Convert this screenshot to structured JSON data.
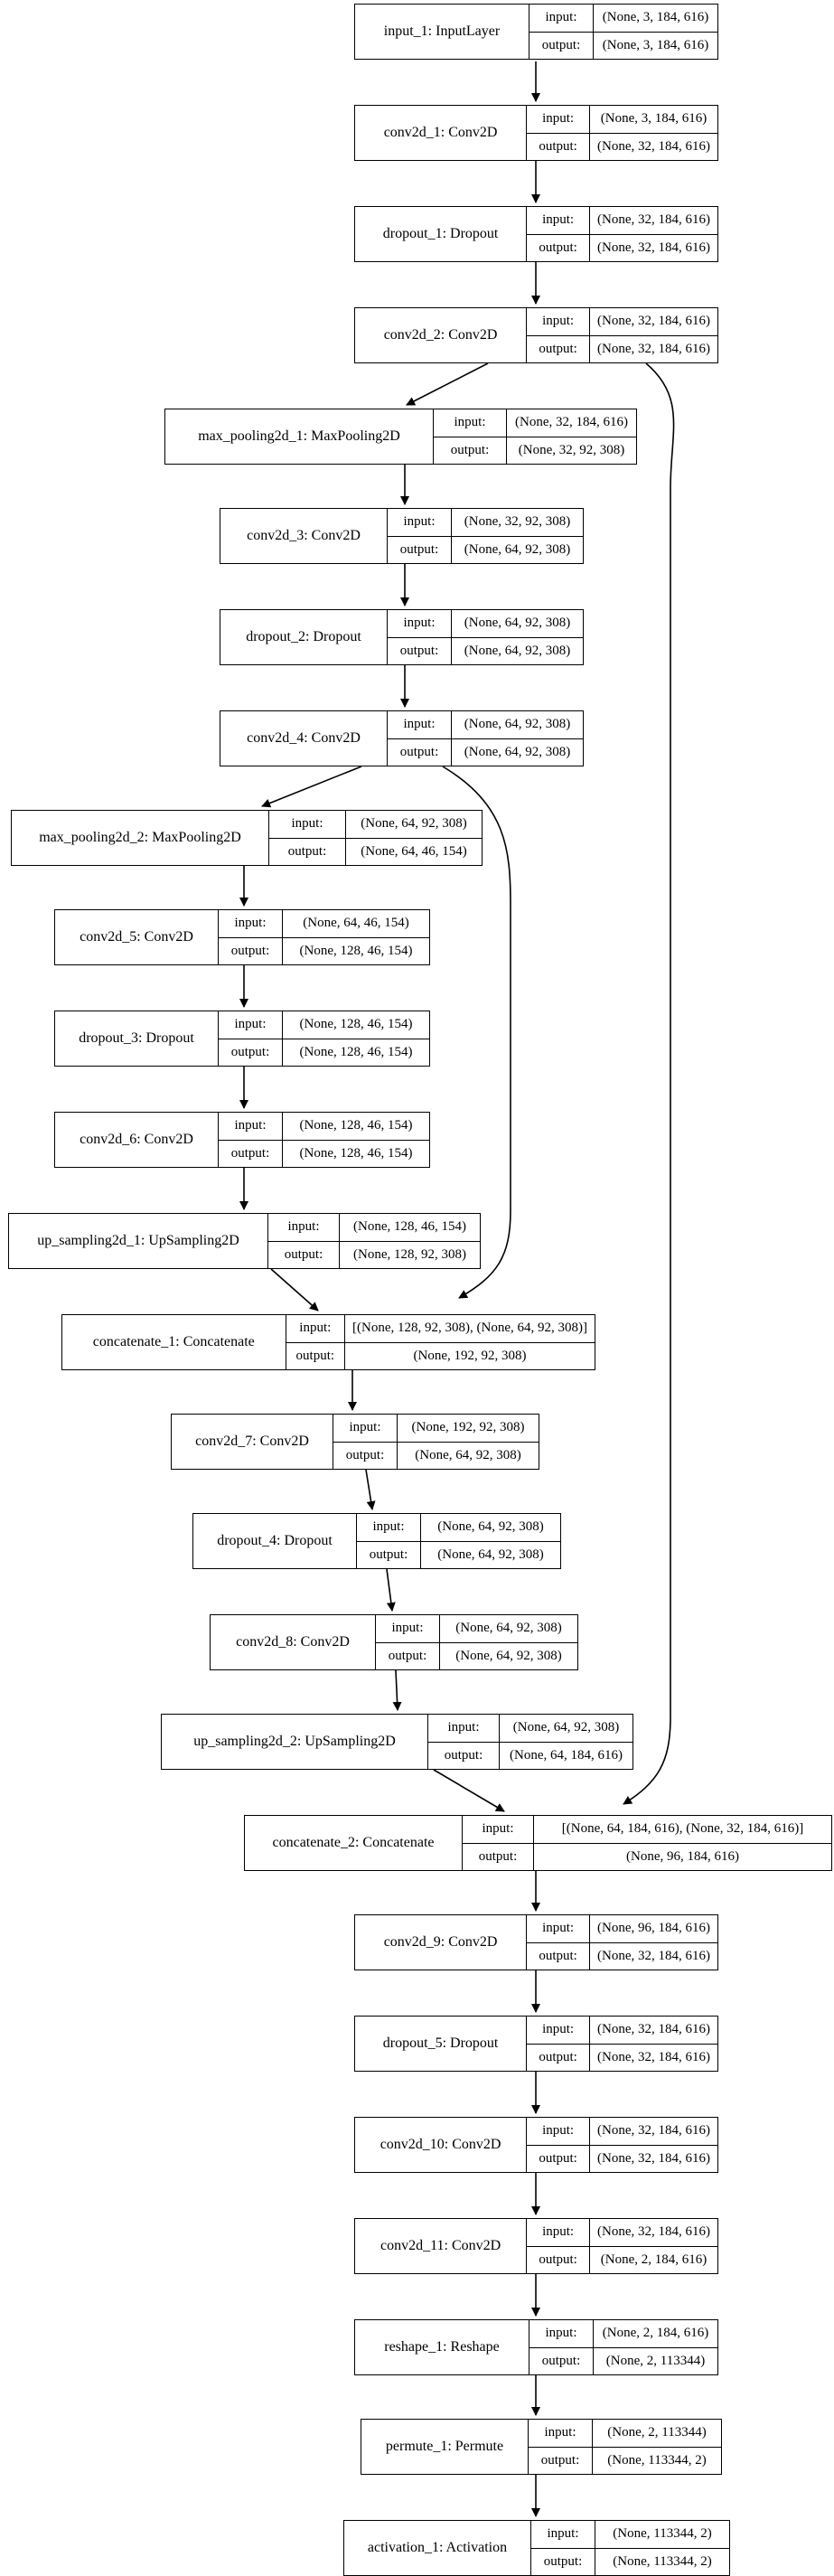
{
  "labels": {
    "input": "input:",
    "output": "output:"
  },
  "nodes": [
    {
      "id": "input_1",
      "name": "input_1: InputLayer",
      "input": "(None, 3, 184, 616)",
      "output": "(None, 3, 184, 616)"
    },
    {
      "id": "conv2d_1",
      "name": "conv2d_1: Conv2D",
      "input": "(None, 3, 184, 616)",
      "output": "(None, 32, 184, 616)"
    },
    {
      "id": "dropout_1",
      "name": "dropout_1: Dropout",
      "input": "(None, 32, 184, 616)",
      "output": "(None, 32, 184, 616)"
    },
    {
      "id": "conv2d_2",
      "name": "conv2d_2: Conv2D",
      "input": "(None, 32, 184, 616)",
      "output": "(None, 32, 184, 616)"
    },
    {
      "id": "max_pooling2d_1",
      "name": "max_pooling2d_1: MaxPooling2D",
      "input": "(None, 32, 184, 616)",
      "output": "(None, 32, 92, 308)"
    },
    {
      "id": "conv2d_3",
      "name": "conv2d_3: Conv2D",
      "input": "(None, 32, 92, 308)",
      "output": "(None, 64, 92, 308)"
    },
    {
      "id": "dropout_2",
      "name": "dropout_2: Dropout",
      "input": "(None, 64, 92, 308)",
      "output": "(None, 64, 92, 308)"
    },
    {
      "id": "conv2d_4",
      "name": "conv2d_4: Conv2D",
      "input": "(None, 64, 92, 308)",
      "output": "(None, 64, 92, 308)"
    },
    {
      "id": "max_pooling2d_2",
      "name": "max_pooling2d_2: MaxPooling2D",
      "input": "(None, 64, 92, 308)",
      "output": "(None, 64, 46, 154)"
    },
    {
      "id": "conv2d_5",
      "name": "conv2d_5: Conv2D",
      "input": "(None, 64, 46, 154)",
      "output": "(None, 128, 46, 154)"
    },
    {
      "id": "dropout_3",
      "name": "dropout_3: Dropout",
      "input": "(None, 128, 46, 154)",
      "output": "(None, 128, 46, 154)"
    },
    {
      "id": "conv2d_6",
      "name": "conv2d_6: Conv2D",
      "input": "(None, 128, 46, 154)",
      "output": "(None, 128, 46, 154)"
    },
    {
      "id": "up_sampling2d_1",
      "name": "up_sampling2d_1: UpSampling2D",
      "input": "(None, 128, 46, 154)",
      "output": "(None, 128, 92, 308)"
    },
    {
      "id": "concatenate_1",
      "name": "concatenate_1: Concatenate",
      "input": "[(None, 128, 92, 308), (None, 64, 92, 308)]",
      "output": "(None, 192, 92, 308)"
    },
    {
      "id": "conv2d_7",
      "name": "conv2d_7: Conv2D",
      "input": "(None, 192, 92, 308)",
      "output": "(None, 64, 92, 308)"
    },
    {
      "id": "dropout_4",
      "name": "dropout_4: Dropout",
      "input": "(None, 64, 92, 308)",
      "output": "(None, 64, 92, 308)"
    },
    {
      "id": "conv2d_8",
      "name": "conv2d_8: Conv2D",
      "input": "(None, 64, 92, 308)",
      "output": "(None, 64, 92, 308)"
    },
    {
      "id": "up_sampling2d_2",
      "name": "up_sampling2d_2: UpSampling2D",
      "input": "(None, 64, 92, 308)",
      "output": "(None, 64, 184, 616)"
    },
    {
      "id": "concatenate_2",
      "name": "concatenate_2: Concatenate",
      "input": "[(None, 64, 184, 616), (None, 32, 184, 616)]",
      "output": "(None, 96, 184, 616)"
    },
    {
      "id": "conv2d_9",
      "name": "conv2d_9: Conv2D",
      "input": "(None, 96, 184, 616)",
      "output": "(None, 32, 184, 616)"
    },
    {
      "id": "dropout_5",
      "name": "dropout_5: Dropout",
      "input": "(None, 32, 184, 616)",
      "output": "(None, 32, 184, 616)"
    },
    {
      "id": "conv2d_10",
      "name": "conv2d_10: Conv2D",
      "input": "(None, 32, 184, 616)",
      "output": "(None, 32, 184, 616)"
    },
    {
      "id": "conv2d_11",
      "name": "conv2d_11: Conv2D",
      "input": "(None, 32, 184, 616)",
      "output": "(None, 2, 184, 616)"
    },
    {
      "id": "reshape_1",
      "name": "reshape_1: Reshape",
      "input": "(None, 2, 184, 616)",
      "output": "(None, 2, 113344)"
    },
    {
      "id": "permute_1",
      "name": "permute_1: Permute",
      "input": "(None, 2, 113344)",
      "output": "(None, 113344, 2)"
    },
    {
      "id": "activation_1",
      "name": "activation_1: Activation",
      "input": "(None, 113344, 2)",
      "output": "(None, 113344, 2)"
    }
  ]
}
